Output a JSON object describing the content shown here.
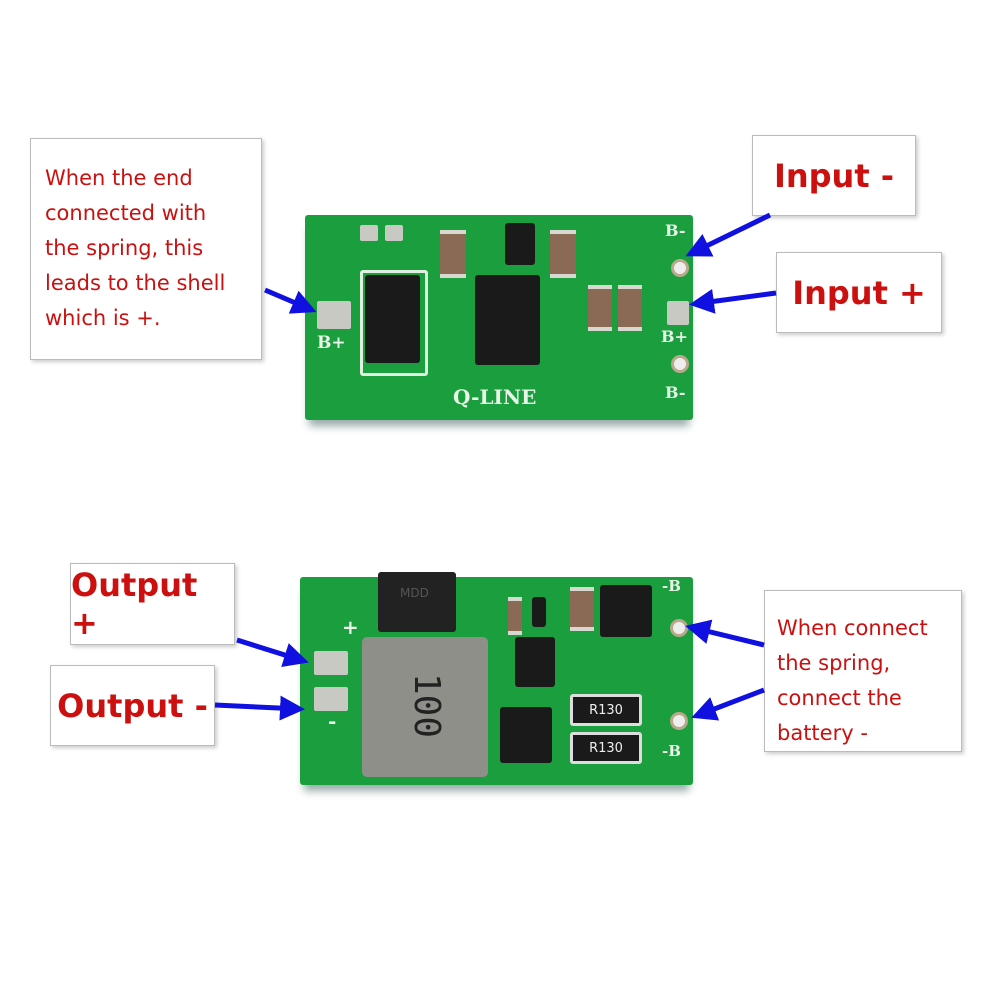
{
  "callouts": {
    "spring_shell": [
      "When the end",
      "connected with",
      "the spring, this",
      "leads to the shell",
      "which is +."
    ],
    "input_minus": "Input -",
    "input_plus": "Input +",
    "output_plus": "Output +",
    "output_minus": "Output -",
    "spring_battery": [
      "When connect",
      "the spring,",
      "connect the",
      "battery -"
    ]
  },
  "board_top": {
    "brand": "Q-LINE",
    "b_plus_left": "B+",
    "b_minus_top": "B-",
    "b_plus_right": "B+",
    "b_minus_bottom": "B-"
  },
  "board_bottom": {
    "plus": "+",
    "minus": "-",
    "inductor": "100",
    "diode": "MDD",
    "resistor1": "R130",
    "resistor2": "R130",
    "b_minus_top": "-B",
    "b_minus_bottom": "-B"
  },
  "colors": {
    "arrow": "#1010e0",
    "text": "#cc1010",
    "pcb": "#1b9e3e"
  }
}
